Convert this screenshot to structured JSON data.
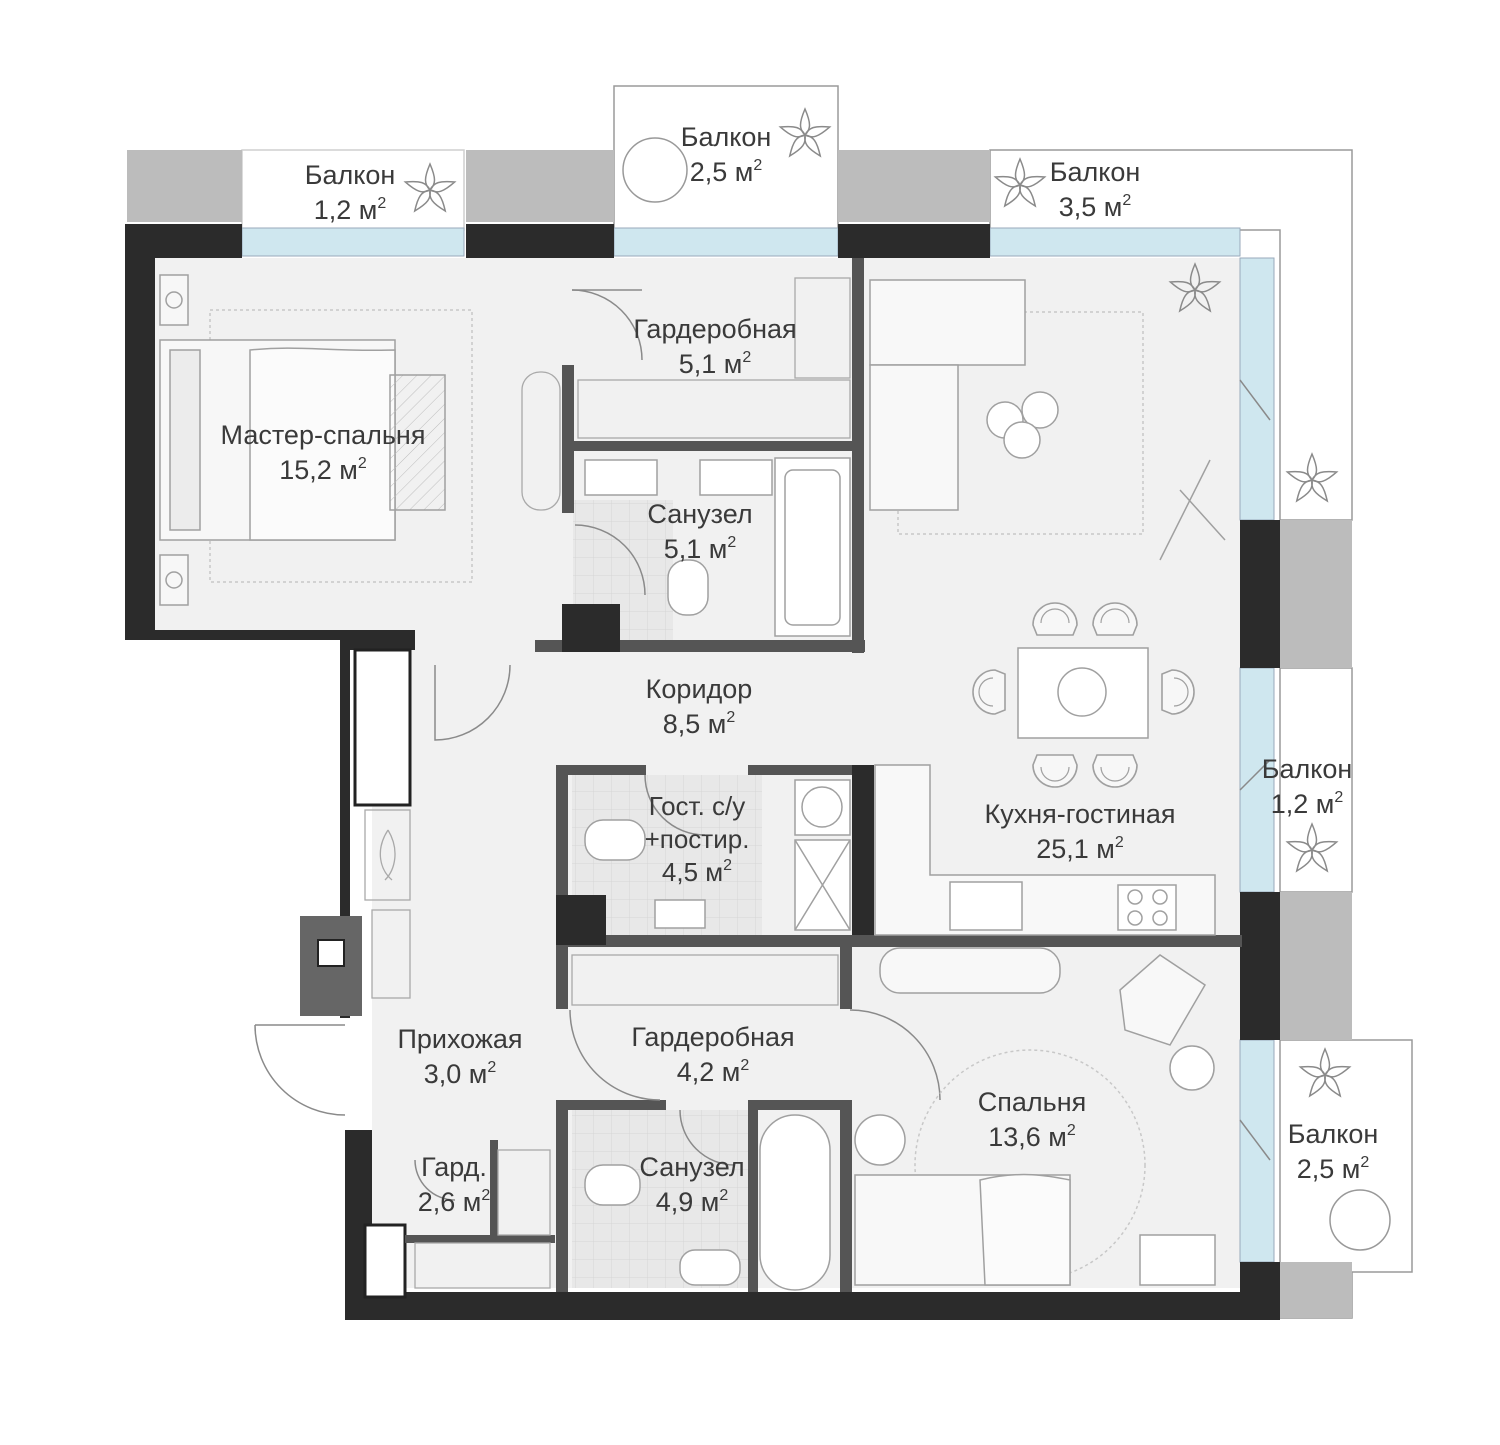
{
  "plan": {
    "colors": {
      "background": "#ffffff",
      "floor": "#f1f1f1",
      "tile": "#e6e6e6",
      "wall": "#2b2b2b",
      "wall_gray": "#666666",
      "column": "#b9b9b9",
      "glass": "#cfe7ef",
      "furniture_line": "#b0b0b0",
      "text": "#3a3a3a"
    },
    "area_unit": "м",
    "area_power": "2",
    "rooms": [
      {
        "id": "balcony-1",
        "name": "Балкон",
        "area": "1,2"
      },
      {
        "id": "balcony-2",
        "name": "Балкон",
        "area": "2,5"
      },
      {
        "id": "balcony-3",
        "name": "Балкон",
        "area": "3,5"
      },
      {
        "id": "wardrobe-1",
        "name": "Гардеробная",
        "area": "5,1"
      },
      {
        "id": "master-bedroom",
        "name": "Мастер-спальня",
        "area": "15,2"
      },
      {
        "id": "bathroom-1",
        "name": "Санузел",
        "area": "5,1"
      },
      {
        "id": "corridor",
        "name": "Коридор",
        "area": "8,5"
      },
      {
        "id": "guest-wc",
        "name": "Гост. с/у",
        "name2": "+постир.",
        "area": "4,5"
      },
      {
        "id": "kitchen-living",
        "name": "Кухня-гостиная",
        "area": "25,1"
      },
      {
        "id": "balcony-4",
        "name": "Балкон",
        "area": "1,2"
      },
      {
        "id": "hallway",
        "name": "Прихожая",
        "area": "3,0"
      },
      {
        "id": "wardrobe-2",
        "name": "Гардеробная",
        "area": "4,2"
      },
      {
        "id": "bedroom",
        "name": "Спальня",
        "area": "13,6"
      },
      {
        "id": "closet",
        "name": "Гард.",
        "area": "2,6"
      },
      {
        "id": "bathroom-2",
        "name": "Санузел",
        "area": "4,9"
      },
      {
        "id": "balcony-5",
        "name": "Балкон",
        "area": "2,5"
      }
    ]
  }
}
